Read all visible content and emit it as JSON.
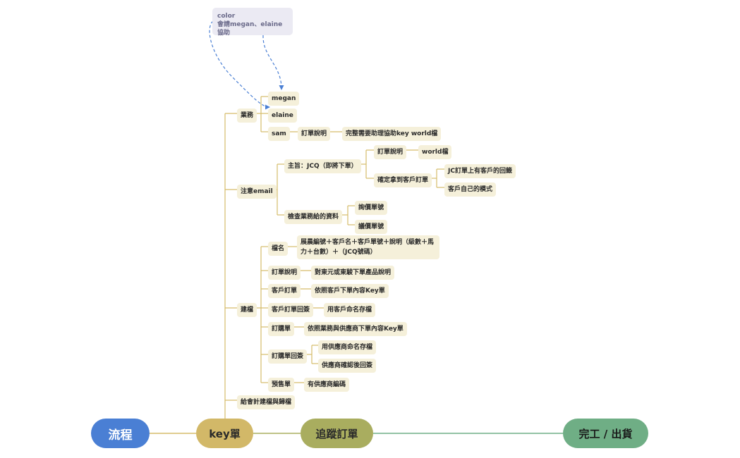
{
  "note": {
    "line1": "color",
    "line2": "會請megan、elaine協助"
  },
  "timeline": {
    "stage1": "流程",
    "stage2": "key單",
    "stage3": "追蹤訂單",
    "stage4": "完工 / 出貨"
  },
  "branches": {
    "sales": {
      "label": "業務",
      "megan": "megan",
      "elaine": "elaine",
      "sam": "sam",
      "sam_order": "訂單說明",
      "sam_order_detail": "完整需要助理協助key world檔"
    },
    "email": {
      "label": "注意email",
      "subject": "主旨：JCQ（即將下單）",
      "order_desc": "訂單說明",
      "world_file": "world檔",
      "confirm_order": "確定拿到客戶訂單",
      "jc_reply": "JC訂單上有客戶的回籤",
      "customer_mode": "客戶自己的模式",
      "check_data": "檢查業務給的資料",
      "inquiry_no": "詢價單號",
      "quote_no": "議價單號"
    },
    "filing": {
      "label": "建檔",
      "file_name": "檔名",
      "file_name_detail": "展晨編號＋客戶名＋客戶單號＋說明（級數＋馬力＋台數）＋（JCQ號碼）",
      "order_desc": "訂單說明",
      "order_desc_detail": "對東元或東駿下單產品說明",
      "customer_order": "客戶訂單",
      "customer_order_detail": "依照客戶下單內容Key單",
      "customer_reply": "客戶訂單回簽",
      "customer_reply_detail": "用客戶命名存檔",
      "purchase_order": "訂購單",
      "purchase_order_detail": "依照業務與供應商下單內容Key單",
      "purchase_reply": "訂購單回簽",
      "purchase_reply_1": "用供應商命名存檔",
      "purchase_reply_2": "供應商確認後回簽",
      "presale": "預售單",
      "presale_detail": "有供應商編碼"
    },
    "accounting": {
      "label": "給會計建檔與歸檔"
    }
  },
  "colors": {
    "node_bg": "#f5f0da",
    "connector": "#d6bc6a",
    "stage1": "#4a7fd4",
    "stage2": "#d2b868",
    "stage3": "#a9ad5f",
    "stage4": "#6fae85",
    "dashed_arrow": "#4a7fd4",
    "note_bg": "#ebeaf3"
  }
}
